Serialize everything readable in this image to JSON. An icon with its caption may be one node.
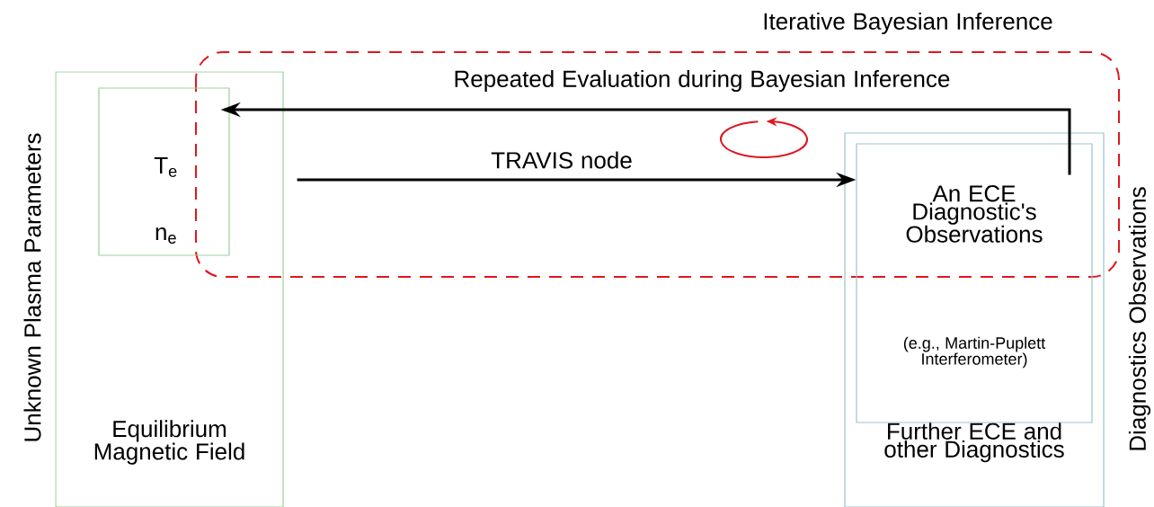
{
  "diagram": {
    "nodes": [
      {
        "text": [
          "Equilibrium Magnetic Field"
        ],
        "beside": [
          "Unknown Plasma Parameters"
        ]
      },
      {
        "text": [
          "T$_{e}$",
          "n$_{e}$"
        ],
        "in": 0
      },
      {
        "text": [
          "Further ECE and other Diagnostics"
        ]
      },
      {
        "text": [
          "An ECE Diagnostic's Observations",
          "(e.g., Martin-Puplett Interferometer)"
        ],
        "in": 2
      }
    ],
    "edges": [
      {
        "from": 0,
        "to": 3,
        "arrow": "to",
        "label": "TRAVIS node"
      },
      {
        "from": 3,
        "to": 1,
        "arrow": "to",
        "label": "Repeated Evaluation during Bayesian Inference"
      }
    ],
    "labels": [
      "Iterative Bayesian Inference",
      "Diagnostics Observations"
    ]
  }
}
